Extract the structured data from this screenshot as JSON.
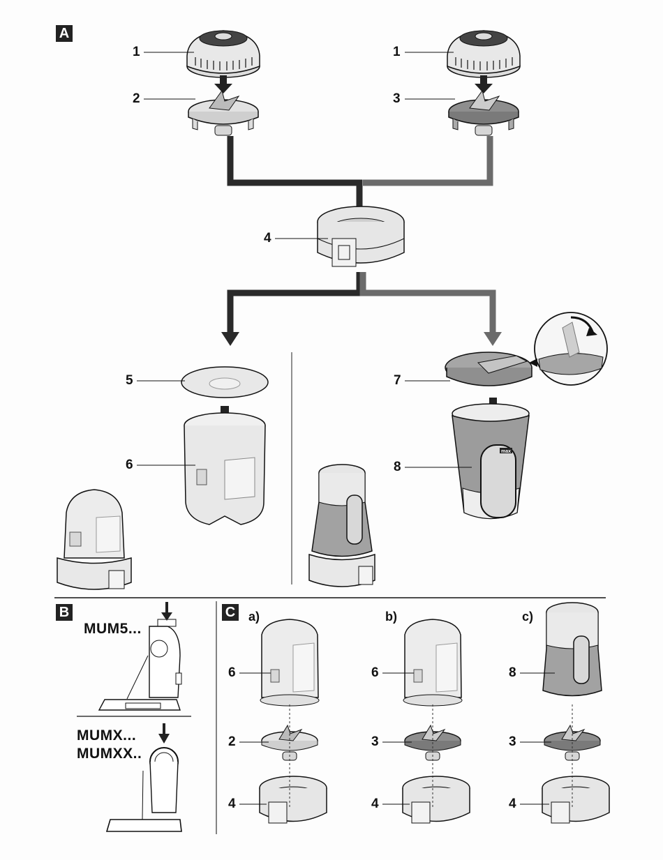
{
  "figure": {
    "sections": {
      "A": {
        "badge": "A"
      },
      "B": {
        "badge": "B",
        "models": [
          "MUM5...",
          "MUMX...",
          "MUMXX.."
        ]
      },
      "C": {
        "badge": "C",
        "variants": [
          {
            "label": "a)",
            "parts": [
              "6",
              "2",
              "4"
            ]
          },
          {
            "label": "b)",
            "parts": [
              "6",
              "3",
              "4"
            ]
          },
          {
            "label": "c)",
            "parts": [
              "8",
              "3",
              "4"
            ]
          }
        ]
      }
    },
    "callouts_A": {
      "left_lid": "1",
      "left_blade": "2",
      "right_lid": "1",
      "right_blade": "3",
      "base_ring": "4",
      "cap": "5",
      "chopper_bowl": "6",
      "flip_lid": "7",
      "grinder_bowl": "8"
    },
    "grinder_mark": "max",
    "colors": {
      "dark_path": "#2a2a2a",
      "grey_path": "#6b6b6b",
      "light_part": "#e6e6e6",
      "mid_part": "#9a9a9a",
      "ink": "#111111"
    }
  }
}
